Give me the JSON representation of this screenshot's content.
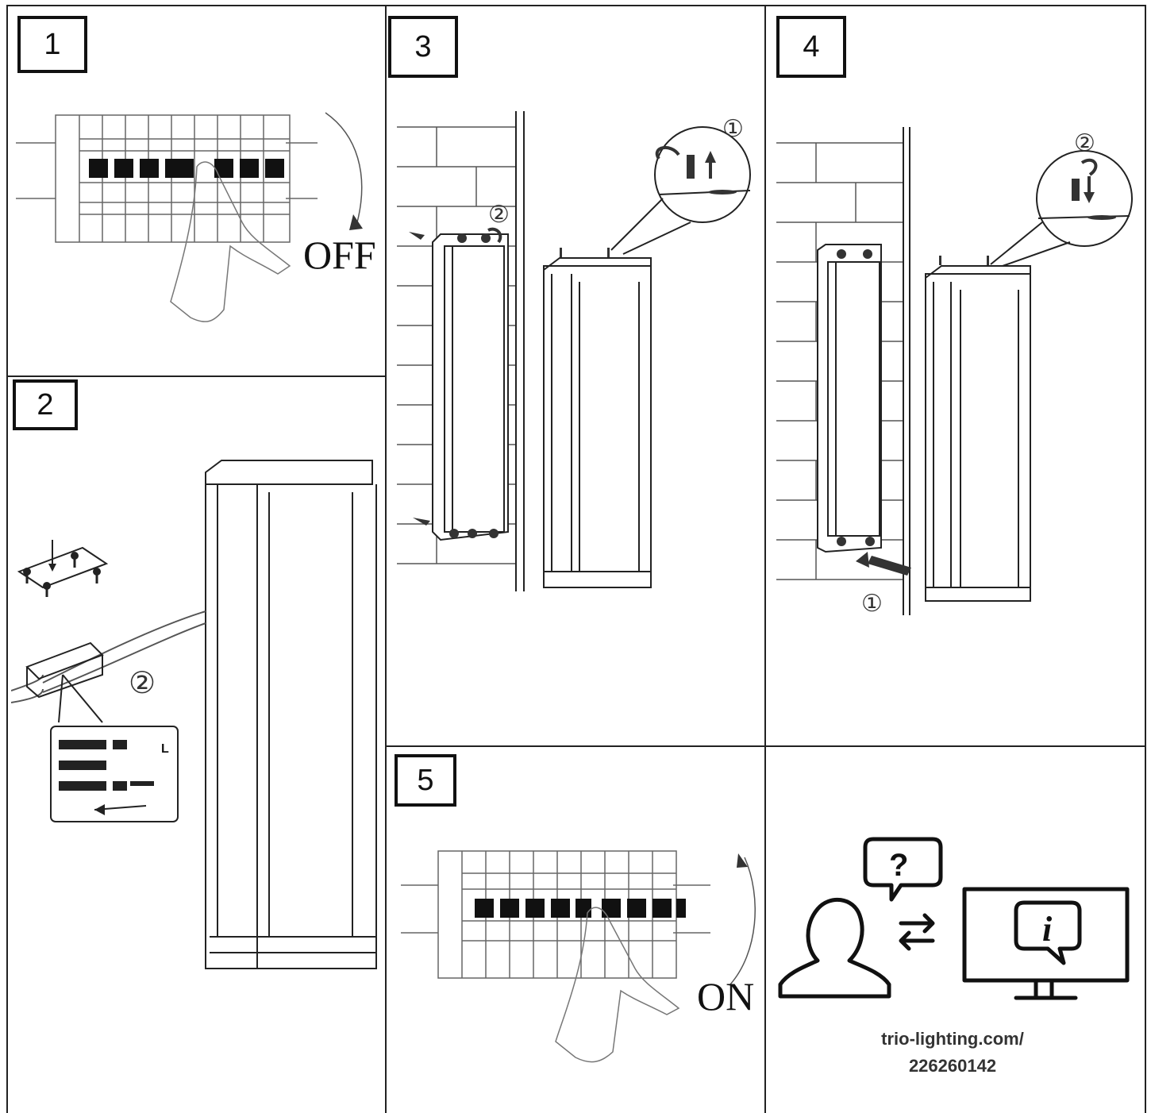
{
  "steps": {
    "s1": "1",
    "s2": "2",
    "s3": "3",
    "s4": "4",
    "s5": "5"
  },
  "labels": {
    "off": "OFF",
    "on": "ON",
    "circle_one": "①",
    "circle_two": "②",
    "wire_L": "L",
    "help_q": "?",
    "help_i": "i"
  },
  "info": {
    "url_line1": "trio-lighting.com/",
    "url_line2": "226260142"
  },
  "colors": {
    "line": "#222222",
    "ink": "#111111"
  }
}
